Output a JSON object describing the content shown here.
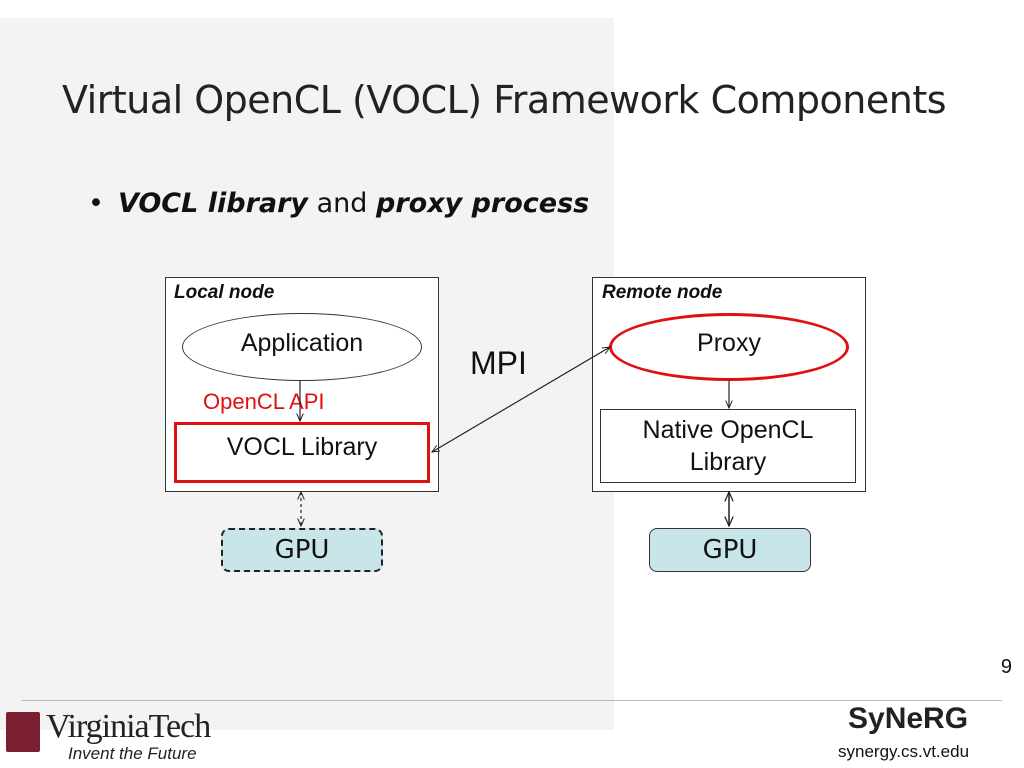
{
  "slide": {
    "title": "Virtual OpenCL (VOCL) Framework Components",
    "bullet": {
      "symbol": "•",
      "part1": "VOCL library",
      "part2": " and ",
      "part3": "proxy process"
    },
    "page_number": "9"
  },
  "diagram": {
    "local_node": {
      "label": "Local node",
      "application": "Application",
      "api_label": "OpenCL  API",
      "library": "VOCL Library",
      "gpu": "GPU"
    },
    "remote_node": {
      "label": "Remote node",
      "proxy": "Proxy",
      "native_library": "Native OpenCL Library",
      "gpu": "GPU"
    },
    "link_label": "MPI",
    "colors": {
      "highlight": "#e01010",
      "gpu_fill": "#c8e6ea",
      "panel": "#f3f3f3"
    }
  },
  "footer": {
    "left_logo_text": "VirginiaTech",
    "left_tagline": "Invent the Future",
    "right_logo_text": "SyNeRG",
    "right_url": "synergy.cs.vt.edu"
  }
}
